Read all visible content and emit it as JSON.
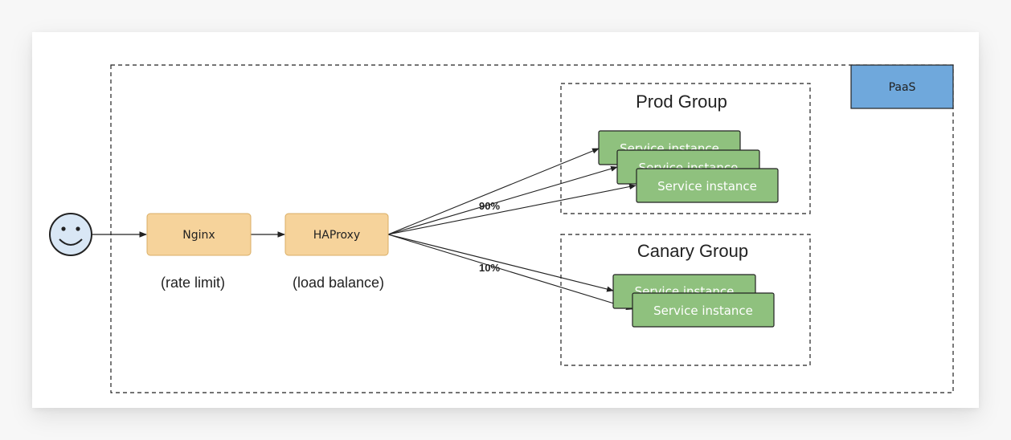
{
  "paas": {
    "label": "PaaS"
  },
  "user": {
    "icon": "smiley-face-icon"
  },
  "nginx": {
    "label": "Nginx",
    "caption": "(rate limit)"
  },
  "haproxy": {
    "label": "HAProxy",
    "caption": "(load balance)"
  },
  "prod_group": {
    "title": "Prod Group",
    "traffic": "90%",
    "instances": [
      "Service instance",
      "Service instance",
      "Service instance"
    ]
  },
  "canary_group": {
    "title": "Canary Group",
    "traffic": "10%",
    "instances": [
      "Service instance",
      "Service instance"
    ]
  },
  "colors": {
    "proxy_fill": "#f6d39b",
    "proxy_stroke": "#d9ae64",
    "instance_fill": "#8fc17e",
    "instance_stroke": "#222222",
    "paas_fill": "#6fa8dc",
    "face_fill": "#d9e7f5"
  }
}
